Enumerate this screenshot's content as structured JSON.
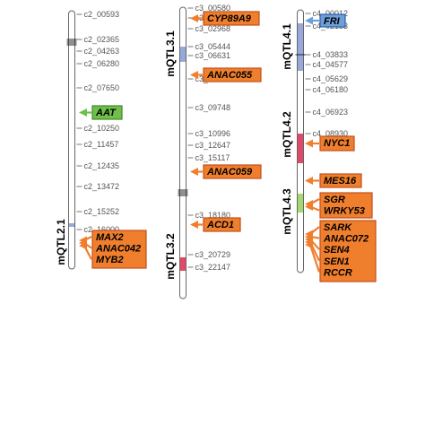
{
  "colors": {
    "orange_fill": "#f07f2d",
    "orange_border": "#c2501b",
    "green_fill": "#6fbf4a",
    "green_border": "#3f8a2a",
    "blue_fill": "#6e9fd8",
    "blue_border": "#2b5ea8",
    "qtl_blue": "#98a8dc",
    "qtl_red": "#e04a6a",
    "qtl_green": "#a5d86f",
    "chromosome_stroke": "#666666"
  },
  "chromosomes": [
    {
      "markers": [
        "c2_00593",
        "c2_02365",
        "c2_04263",
        "c2_06280",
        "c2_07650",
        "c2_10250",
        "c2_11457",
        "c2_12435",
        "c2_13472",
        "c2_15252",
        "c2_16000"
      ],
      "qtls": [
        {
          "label": "mQTL2.1",
          "color": "blue"
        }
      ],
      "genes": [
        {
          "names": [
            "AAT"
          ],
          "color": "green"
        },
        {
          "names": [
            "MAX2",
            "ANAC042",
            "MYB2"
          ],
          "color": "orange"
        }
      ]
    },
    {
      "markers": [
        "c3_00580",
        "c3_01901",
        "c3_02968",
        "c3_05444",
        "c3_06631",
        "c3_08042",
        "c3_09748",
        "c3_10996",
        "c3_12647",
        "c3_15117",
        "c3_18180",
        "c3_20729",
        "c3_22147"
      ],
      "qtls": [
        {
          "label": "mQTL3.1",
          "color": "blue"
        },
        {
          "label": "mQTL3.2",
          "color": "red"
        }
      ],
      "genes": [
        {
          "names": [
            "CYP89A9"
          ],
          "color": "orange"
        },
        {
          "names": [
            "ANAC055"
          ],
          "color": "orange"
        },
        {
          "names": [
            "ANAC059"
          ],
          "color": "orange"
        },
        {
          "names": [
            "ACD1"
          ],
          "color": "orange"
        }
      ]
    },
    {
      "markers": [
        "c4_00012",
        "c4_02133",
        "c4_03833",
        "c4_04577",
        "c4_05629",
        "c4_06180",
        "c4_06923",
        "c4_08930"
      ],
      "qtls": [
        {
          "label": "mQTL4.1",
          "color": "blue"
        },
        {
          "label": "mQTL4.2",
          "color": "red"
        },
        {
          "label": "mQTL4.3",
          "color": "green"
        }
      ],
      "genes": [
        {
          "names": [
            "FRI"
          ],
          "color": "blue"
        },
        {
          "names": [
            "NYC1"
          ],
          "color": "orange"
        },
        {
          "names": [
            "MES16"
          ],
          "color": "orange"
        },
        {
          "names": [
            "SGR",
            "WRKY53"
          ],
          "color": "orange"
        },
        {
          "names": [
            "SARK",
            "ANAC072",
            "SEN4",
            "SEN1",
            "RCCR"
          ],
          "color": "orange"
        }
      ]
    }
  ]
}
